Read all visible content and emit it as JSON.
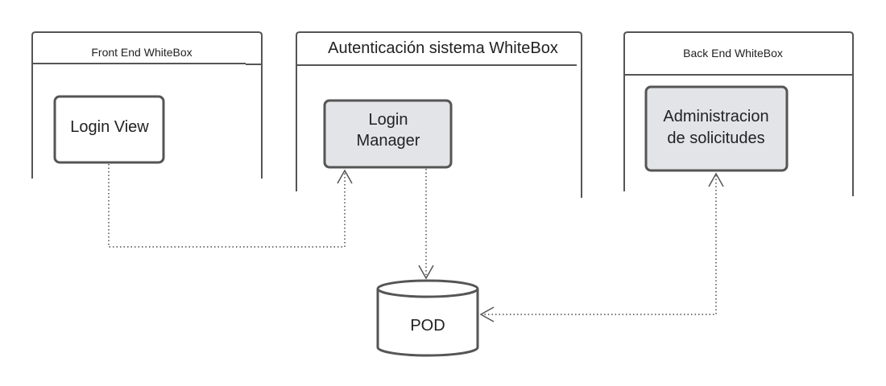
{
  "containers": {
    "frontend": {
      "title": "Front End WhiteBox"
    },
    "auth": {
      "title": "Autenticación sistema WhiteBox"
    },
    "backend": {
      "title": "Back End WhiteBox"
    }
  },
  "nodes": {
    "login_view": {
      "lines": [
        "Login View"
      ]
    },
    "login_manager": {
      "lines": [
        "Login",
        "Manager"
      ]
    },
    "admin": {
      "lines": [
        "Administracion",
        "de solicitudes"
      ]
    },
    "pod": {
      "label": "POD"
    }
  },
  "colors": {
    "node_fill_gray": "#e2e4e8",
    "node_fill_white": "#ffffff",
    "stroke": "#555555"
  }
}
